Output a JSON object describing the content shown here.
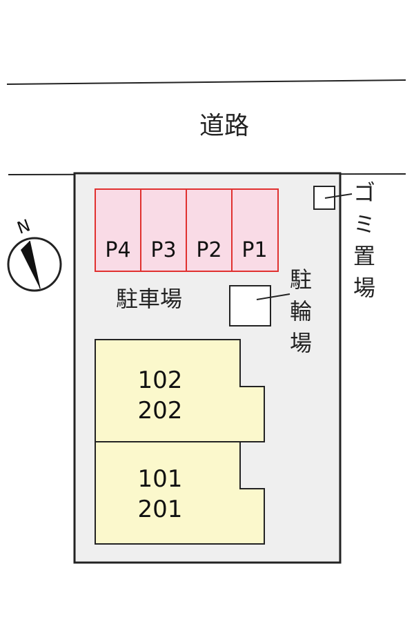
{
  "road": {
    "label": "道路"
  },
  "compass": {
    "north_label": "N"
  },
  "parking": {
    "label": "駐車場",
    "spaces": [
      "P4",
      "P3",
      "P2",
      "P1"
    ]
  },
  "bicycle_parking": {
    "label": [
      "駐",
      "輪",
      "場"
    ]
  },
  "garbage": {
    "label": [
      "ゴ",
      "ミ",
      "置",
      "場"
    ]
  },
  "buildings": [
    {
      "units": [
        "102",
        "202"
      ]
    },
    {
      "units": [
        "101",
        "201"
      ]
    }
  ],
  "colors": {
    "lot_fill": "#efefef",
    "parking_fill": "#f9dbe6",
    "parking_stroke": "#e0302f",
    "building_fill": "#fbf8cc",
    "line": "#222222"
  }
}
